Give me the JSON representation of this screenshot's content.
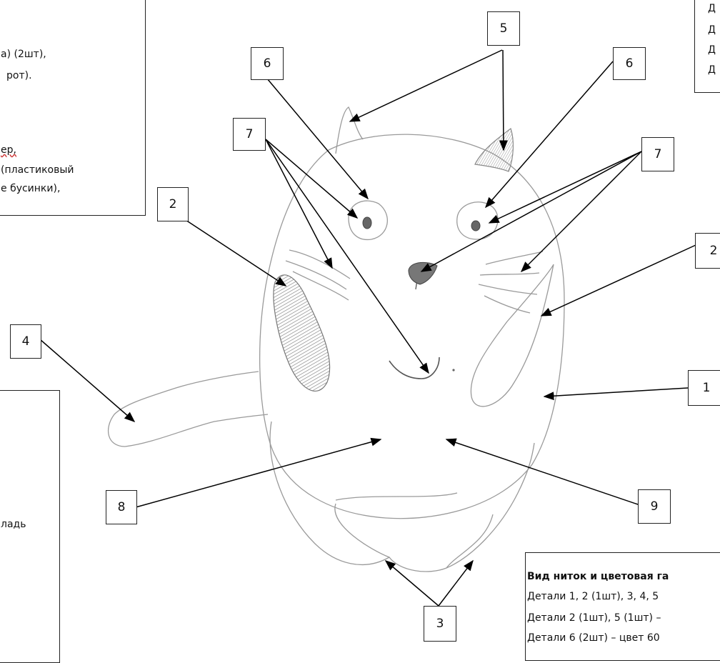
{
  "top_left_box": {
    "line1": "а) (2шт),",
    "line2": "рот).",
    "line3": "ер,",
    "line4": "(пластиковый",
    "line5": "е бусинки),"
  },
  "top_right_box": {
    "line1": "Д",
    "line2": "Д",
    "line3": "Д",
    "line4": "Д"
  },
  "left_mid_box": {
    "line1": "ладь"
  },
  "bottom_box": {
    "header": "Вид ниток и цветовая га",
    "line1": "Детали 1, 2 (1шт), 3, 4, 5",
    "line2": "Детали 2 (1шт), 5 (1шт) –",
    "line3": "Детали 6 (2шт) – цвет 60"
  },
  "labels": {
    "l5": "5",
    "l6a": "6",
    "l6b": "6",
    "l7a": "7",
    "l7b": "7",
    "l2a": "2",
    "l2b": "2",
    "l4": "4",
    "l1": "1",
    "l8": "8",
    "l9": "9",
    "l3": "3"
  }
}
